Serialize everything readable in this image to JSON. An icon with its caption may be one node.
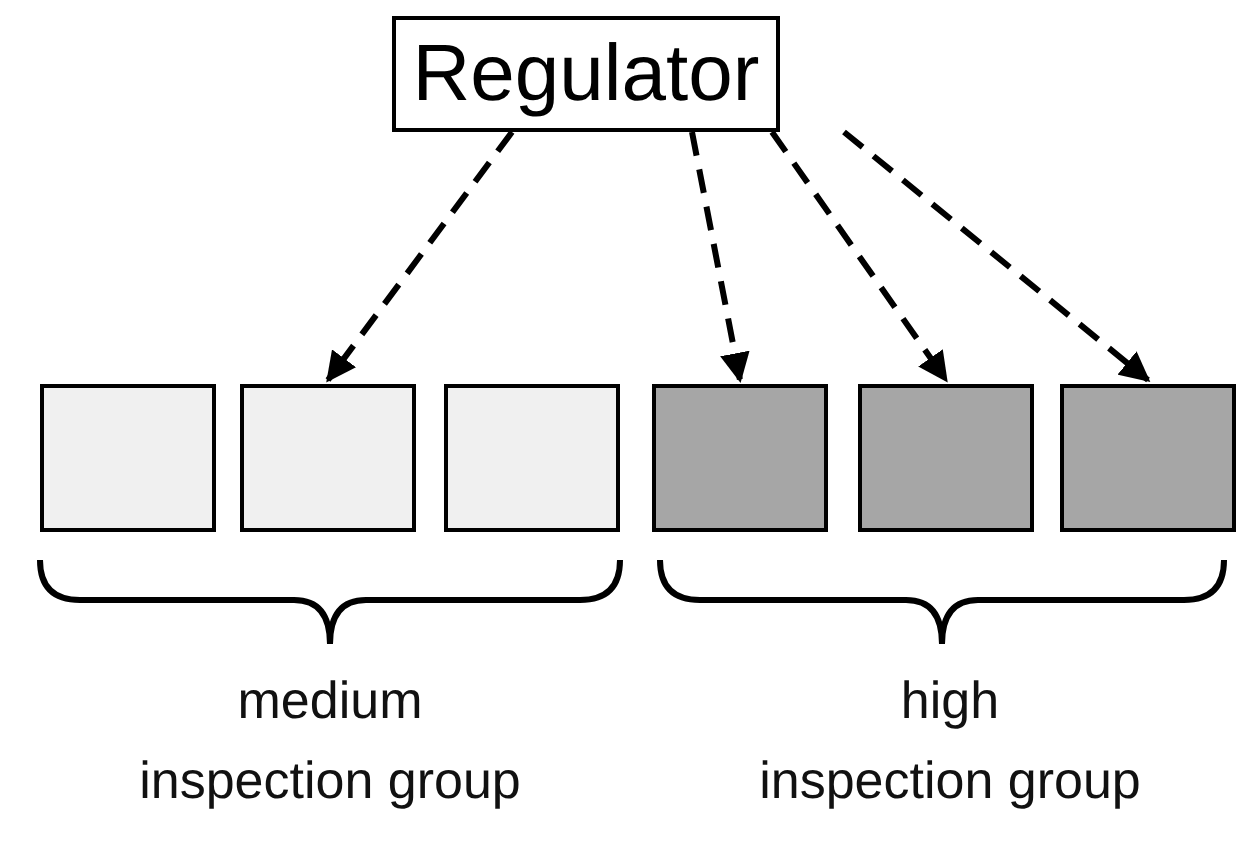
{
  "diagram": {
    "nodes": [
      {
        "text": [
          "Regulator"
        ]
      },
      {
        "text": [],
        "shape": "box"
      },
      {
        "text": [],
        "shape": "box"
      },
      {
        "text": [],
        "shape": "box"
      },
      {
        "text": [],
        "shape": "box"
      },
      {
        "text": [],
        "shape": "box"
      },
      {
        "text": [],
        "shape": "box"
      }
    ],
    "edges": [
      {
        "from": 0,
        "to": 2,
        "arrow": "to",
        "style": "dashed"
      },
      {
        "from": 0,
        "to": 4,
        "arrow": "to",
        "style": "dashed"
      },
      {
        "from": 0,
        "to": 5,
        "arrow": "to",
        "style": "dashed"
      },
      {
        "from": 0,
        "to": 6,
        "arrow": "to",
        "style": "dashed"
      }
    ],
    "labels": [
      "medium inspection group",
      "high inspection group"
    ]
  }
}
